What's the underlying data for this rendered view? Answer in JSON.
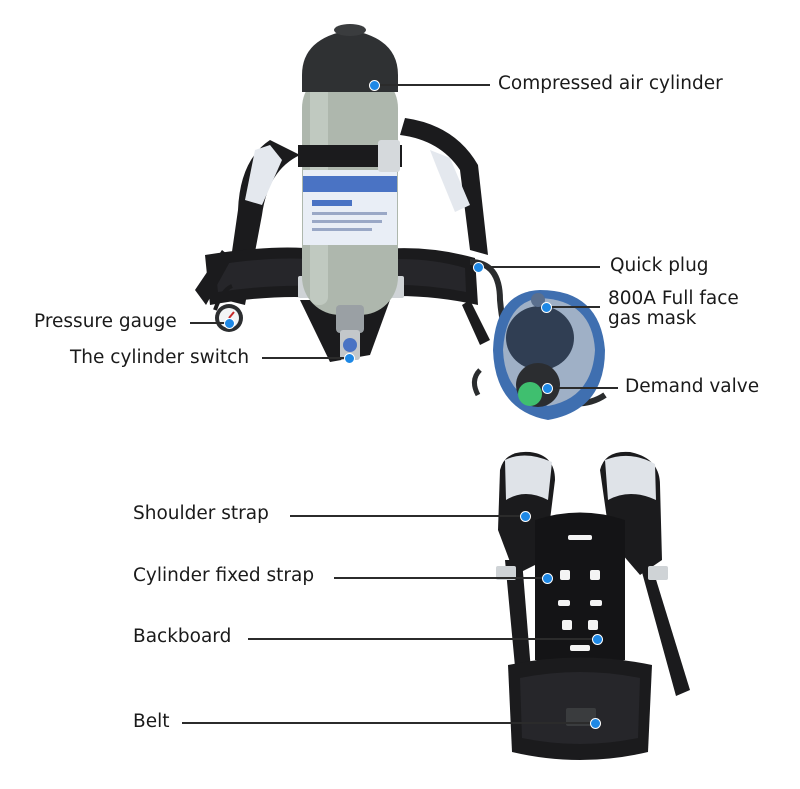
{
  "colors": {
    "callout_dot": "#1e88e5",
    "leader_line": "#2b2b2b",
    "cylinder_body": "#aeb7ad",
    "cylinder_label_band": "#4a73c4",
    "strap_black": "#1b1b1d",
    "shoulder_pad_light": "#dfe3e8",
    "mask_frame": "#3f6fb0",
    "mask_green": "#3fbf6f"
  },
  "callouts": {
    "compressed_air_cylinder": "Compressed air cylinder",
    "quick_plug": "Quick plug",
    "full_face_mask_line1": "800A Full face",
    "full_face_mask_line2": "gas mask",
    "pressure_gauge": "Pressure gauge",
    "cylinder_switch": "The cylinder switch",
    "demand_valve": "Demand valve",
    "shoulder_strap": "Shoulder strap",
    "cylinder_fixed_strap": "Cylinder fixed strap",
    "backboard": "Backboard",
    "belt": "Belt"
  }
}
